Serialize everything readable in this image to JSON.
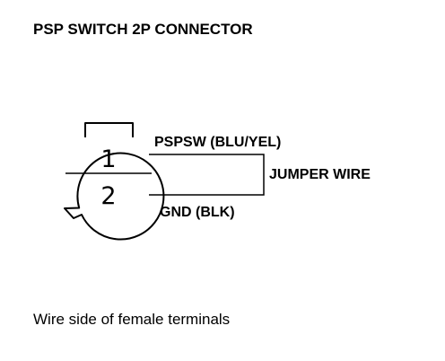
{
  "title": "PSP SWITCH 2P CONNECTOR",
  "connector": {
    "pins": [
      "1",
      "2"
    ]
  },
  "wires": {
    "pin1_label": "PSPSW (BLU/YEL)",
    "pin2_label": "GND (BLK)",
    "jumper_label": "JUMPER WIRE"
  },
  "caption": "Wire side of female terminals",
  "colors": {
    "line": "#000000",
    "background": "#ffffff"
  }
}
